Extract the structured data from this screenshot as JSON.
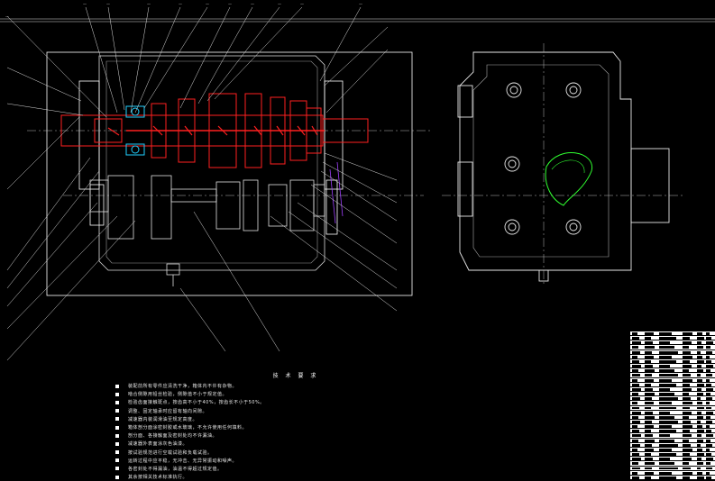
{
  "drawing": {
    "title": "Gearbox assembly drawing",
    "colors": {
      "background": "#000000",
      "outline": "#ffffff",
      "shaft_gear": "#ff2020",
      "bearing": "#20d0ff",
      "centerline": "#c8c8c8",
      "dimension": "#a040ff",
      "green": "#30ff30"
    }
  },
  "notes": {
    "title": "技 术 要 求",
    "items": [
      "装配前所有零件应清洗干净，箱体内不许有杂物。",
      "啮合侧隙用铅丝检验，侧隙值不小于规定值。",
      "检验齿面接触斑点，按齿高不小于40%，按齿长不小于50%。",
      "调整、固定轴承时应留有轴向间隙。",
      "减速器内装润滑油至规定高度。",
      "箱体剖分面涂密封胶或水玻璃，不允许使用任何填料。",
      "剖分面、各接触面及密封处均不许漏油。",
      "减速器外表面涂灰色油漆。",
      "按试验规范进行空载试验和负载试验。",
      "运转过程中应平稳，无冲击、无异常振动和噪声。",
      "各密封处不得漏油，油温不得超过规定值。",
      "其余按相关技术标准执行。"
    ]
  },
  "bom": {
    "rows": 32
  }
}
